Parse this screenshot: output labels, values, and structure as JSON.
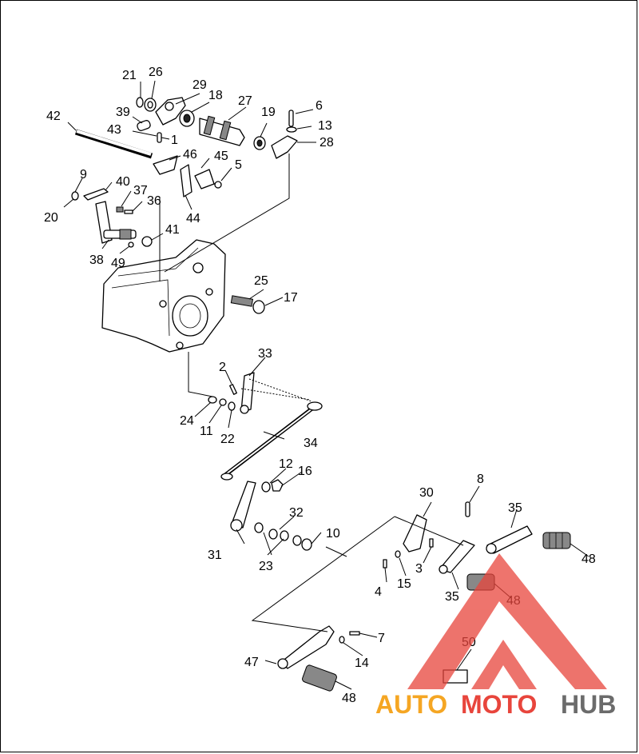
{
  "diagram": {
    "callouts": [
      "21",
      "26",
      "29",
      "18",
      "27",
      "19",
      "6",
      "13",
      "28",
      "39",
      "43",
      "1",
      "42",
      "46",
      "45",
      "5",
      "9",
      "40",
      "37",
      "36",
      "20",
      "44",
      "41",
      "38",
      "49",
      "25",
      "17",
      "33",
      "2",
      "24",
      "11",
      "22",
      "34",
      "12",
      "16",
      "32",
      "31",
      "23",
      "10",
      "30",
      "8",
      "35",
      "3",
      "4",
      "15",
      "48",
      "7",
      "14",
      "47",
      "50"
    ]
  },
  "watermark": {
    "part1": "AUTO",
    "part2": "MOTO",
    "part3": "HUB",
    "color_orange": "#f5a623",
    "color_red": "#e8453c",
    "color_gray": "#6b6b6b"
  }
}
